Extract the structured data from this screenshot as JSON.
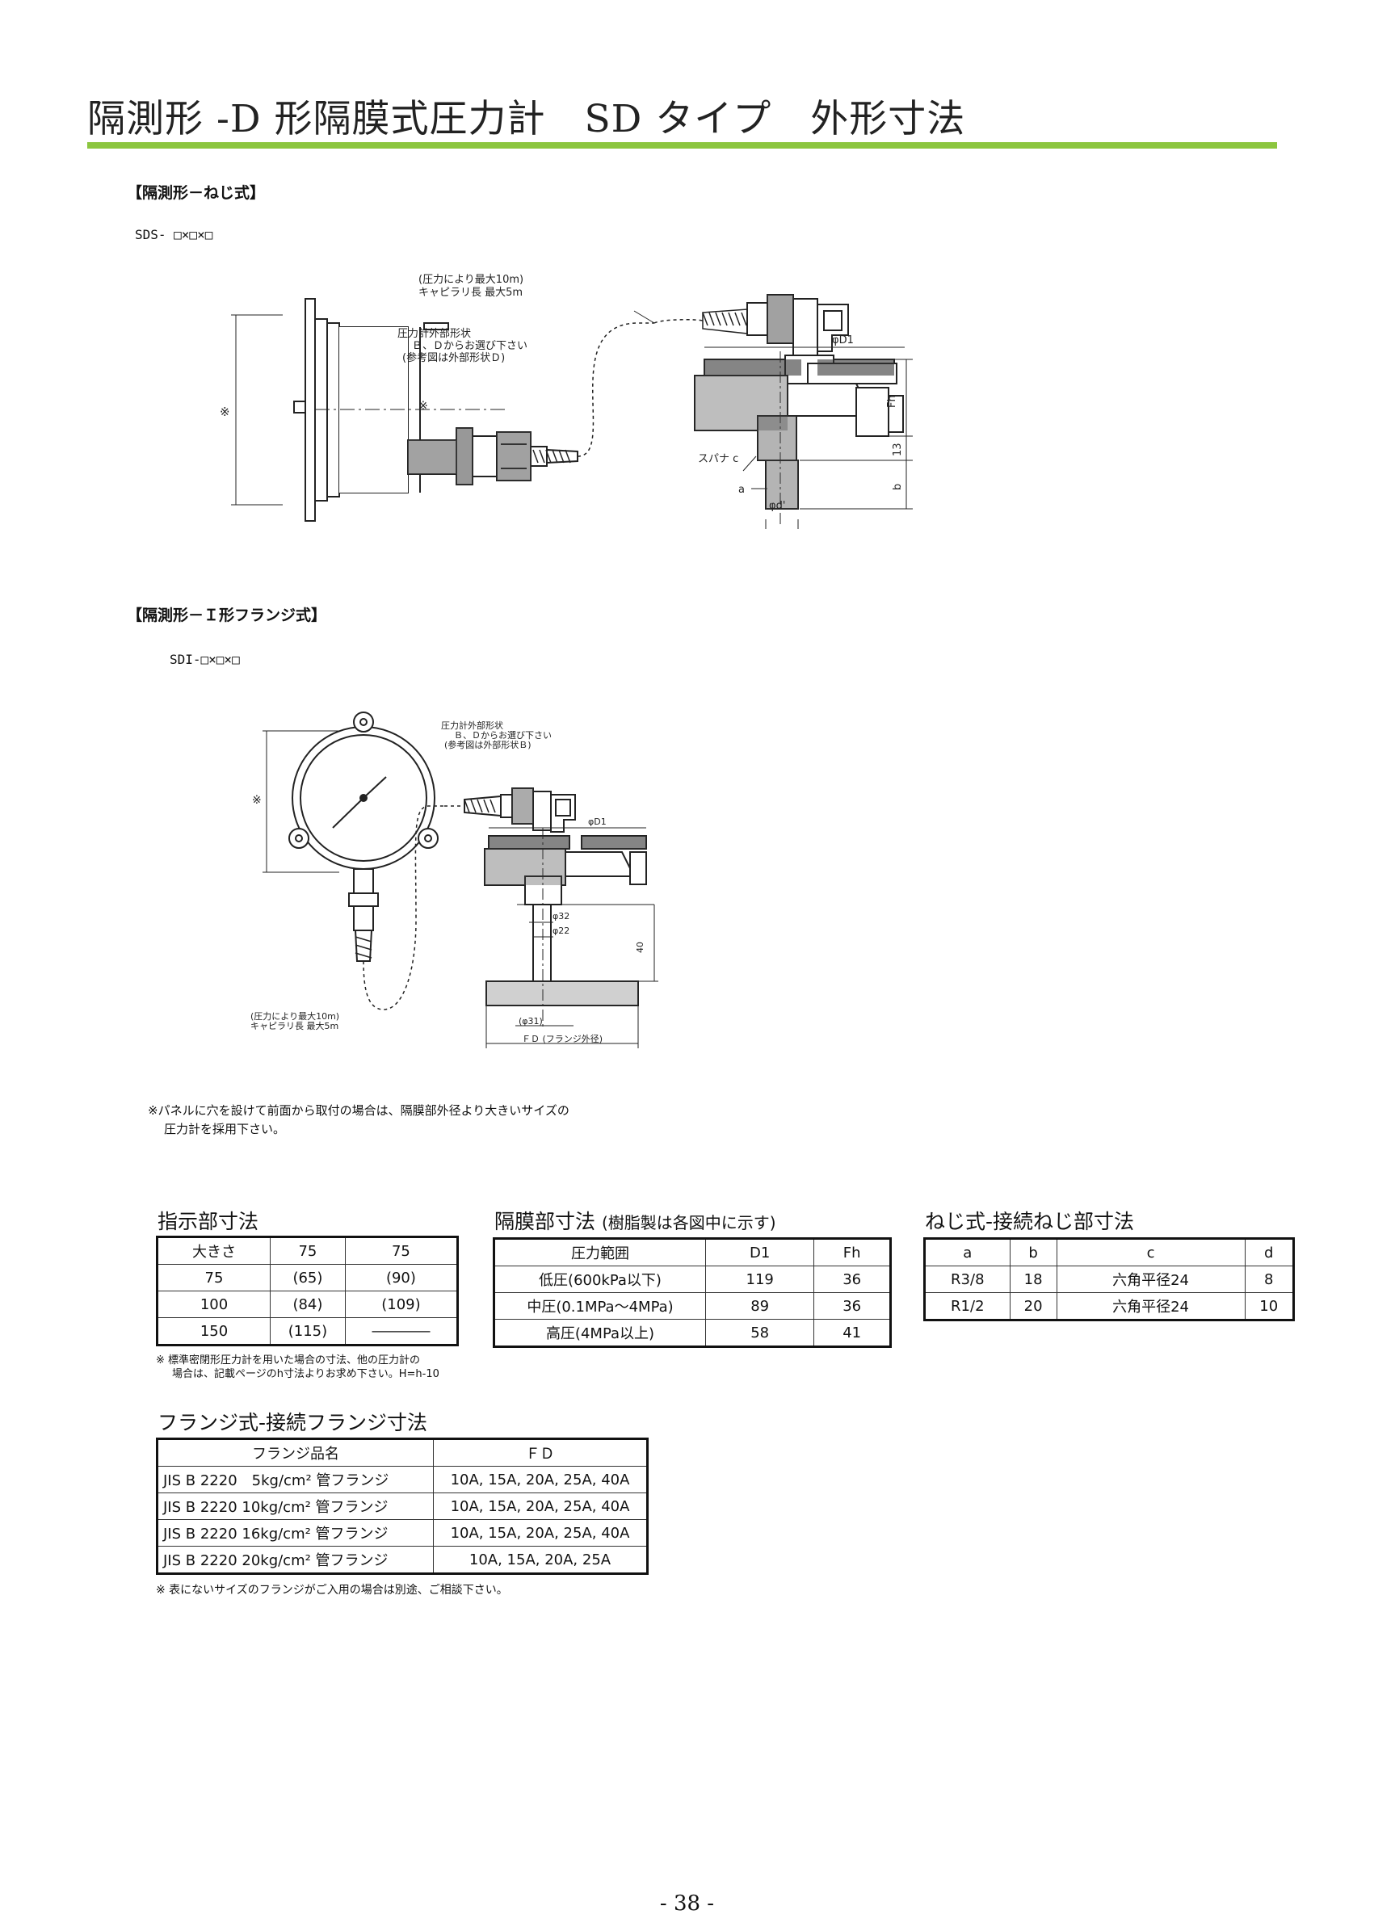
{
  "header": {
    "title": "隔測形 -D 形隔膜式圧力計　SD タイプ　外形寸法"
  },
  "sections": {
    "threaded": {
      "heading": "【隔測形－ねじ式】",
      "model": "SDS- □×□×□"
    },
    "flange": {
      "heading": "【隔測形－Ｉ形フランジ式】",
      "model": "SDI-□×□×□"
    }
  },
  "drawing1": {
    "capillary_note": [
      "(圧力により最大10m)",
      "キャピラリ長  最大5m"
    ],
    "shape_note": [
      "圧力計外部形状",
      "Ｂ、Ｄからお選び下さい",
      "(参考図は外部形状Ｄ)"
    ],
    "asterisk": "※",
    "dim_d1": "φD1",
    "dim_fh": "Fh",
    "dim_13": "13",
    "dim_b": "b",
    "spanner": "スパナ c",
    "dim_a": "a",
    "dim_d": "φd'"
  },
  "drawing2": {
    "shape_note": [
      "圧力計外部形状",
      "Ｂ、Ｄからお選び下さい",
      "(参考図は外部形状Ｂ)"
    ],
    "capillary_note": [
      "(圧力により最大10m)",
      "キャピラリ長  最大5m"
    ],
    "asterisk": "※",
    "dim_d1": "φD1",
    "dim_32": "φ32",
    "dim_22": "φ22",
    "dim_40": "40",
    "dim_31": "(φ31)",
    "dim_fd": "ＦＤ (フランジ外径)"
  },
  "panel_note": [
    "※パネルに穴を設けて前面から取付の場合は、隔膜部外径より大きいサイズの",
    "圧力計を採用下さい。"
  ],
  "indicator_table": {
    "title": "指示部寸法",
    "header": [
      "大きさ",
      "75",
      "75"
    ],
    "rows": [
      [
        "75",
        "(65)",
        "(90)"
      ],
      [
        "100",
        "(84)",
        "(109)"
      ],
      [
        "150",
        "(115)",
        "――――"
      ]
    ],
    "note": [
      "※ 標準密閉形圧力計を用いた場合の寸法、他の圧力計の",
      "場合は、記載ページのh寸法よりお求め下さい。H=h-10"
    ]
  },
  "diaphragm_table": {
    "title": "隔膜部寸法",
    "subtitle": "(樹脂製は各図中に示す)",
    "header": [
      "圧力範囲",
      "D1",
      "Fh"
    ],
    "rows": [
      [
        "低圧(600kPa以下)",
        "119",
        "36"
      ],
      [
        "中圧(0.1MPa～4MPa)",
        "89",
        "36"
      ],
      [
        "高圧(4MPa以上)",
        "58",
        "41"
      ]
    ]
  },
  "thread_table": {
    "title": "ねじ式-接続ねじ部寸法",
    "header": [
      "a",
      "b",
      "c",
      "d"
    ],
    "rows": [
      [
        "R3/8",
        "18",
        "六角平径24",
        "8"
      ],
      [
        "R1/2",
        "20",
        "六角平径24",
        "10"
      ]
    ]
  },
  "flange_table": {
    "title": "フランジ式-接続フランジ寸法",
    "header": [
      "フランジ品名",
      "ＦＤ"
    ],
    "rows": [
      [
        "JIS B 2220　5kg/cm² 管フランジ",
        "10A, 15A, 20A, 25A, 40A"
      ],
      [
        "JIS B 2220 10kg/cm² 管フランジ",
        "10A, 15A, 20A, 25A, 40A"
      ],
      [
        "JIS B 2220 16kg/cm² 管フランジ",
        "10A, 15A, 20A, 25A, 40A"
      ],
      [
        "JIS B 2220 20kg/cm² 管フランジ",
        "10A, 15A, 20A, 25A"
      ]
    ],
    "note": "※ 表にないサイズのフランジがご入用の場合は別途、ご相談下さい。"
  },
  "footer": {
    "page_number": "- 38 -"
  }
}
